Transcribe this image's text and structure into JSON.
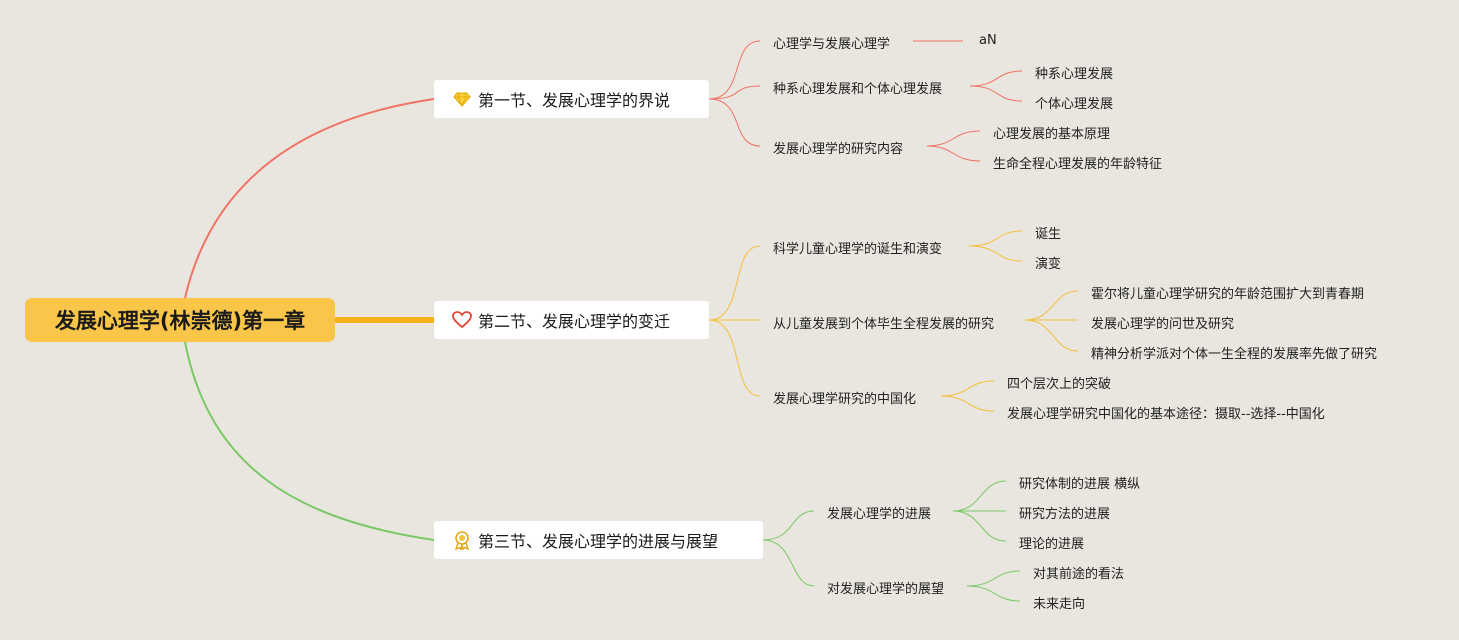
{
  "root": {
    "label": "发展心理学(林崇德)第一章"
  },
  "colors": {
    "branch1": "#f07365",
    "branch2": "#f5bf3a",
    "branch3": "#79c866",
    "root_bg": "#f9c64a",
    "background": "#e9e6df"
  },
  "sections": [
    {
      "label": "第一节、发展心理学的界说",
      "icon": "diamond-icon",
      "children": [
        {
          "label": "心理学与发展心理学",
          "children": [
            {
              "label": "aN"
            }
          ]
        },
        {
          "label": "种系心理发展和个体心理发展",
          "children": [
            {
              "label": "种系心理发展"
            },
            {
              "label": "个体心理发展"
            }
          ]
        },
        {
          "label": "发展心理学的研究内容",
          "children": [
            {
              "label": "心理发展的基本原理"
            },
            {
              "label": "生命全程心理发展的年龄特征"
            }
          ]
        }
      ]
    },
    {
      "label": "第二节、发展心理学的变迁",
      "icon": "heart-icon",
      "children": [
        {
          "label": "科学儿童心理学的诞生和演变",
          "children": [
            {
              "label": "诞生"
            },
            {
              "label": "演变"
            }
          ]
        },
        {
          "label": "从儿童发展到个体毕生全程发展的研究",
          "children": [
            {
              "label": "霍尔将儿童心理学研究的年龄范围扩大到青春期"
            },
            {
              "label": "发展心理学的问世及研究"
            },
            {
              "label": "精神分析学派对个体一生全程的发展率先做了研究"
            }
          ]
        },
        {
          "label": "发展心理学研究的中国化",
          "children": [
            {
              "label": "四个层次上的突破"
            },
            {
              "label": "发展心理学研究中国化的基本途径：摄取--选择--中国化"
            }
          ]
        }
      ]
    },
    {
      "label": "第三节、发展心理学的进展与展望",
      "icon": "award-ribbon-icon",
      "children": [
        {
          "label": "发展心理学的进展",
          "children": [
            {
              "label": "研究体制的进展 横纵"
            },
            {
              "label": "研究方法的进展"
            },
            {
              "label": "理论的进展"
            }
          ]
        },
        {
          "label": "对发展心理学的展望",
          "children": [
            {
              "label": "对其前途的看法"
            },
            {
              "label": "未来走向"
            }
          ]
        }
      ]
    }
  ]
}
